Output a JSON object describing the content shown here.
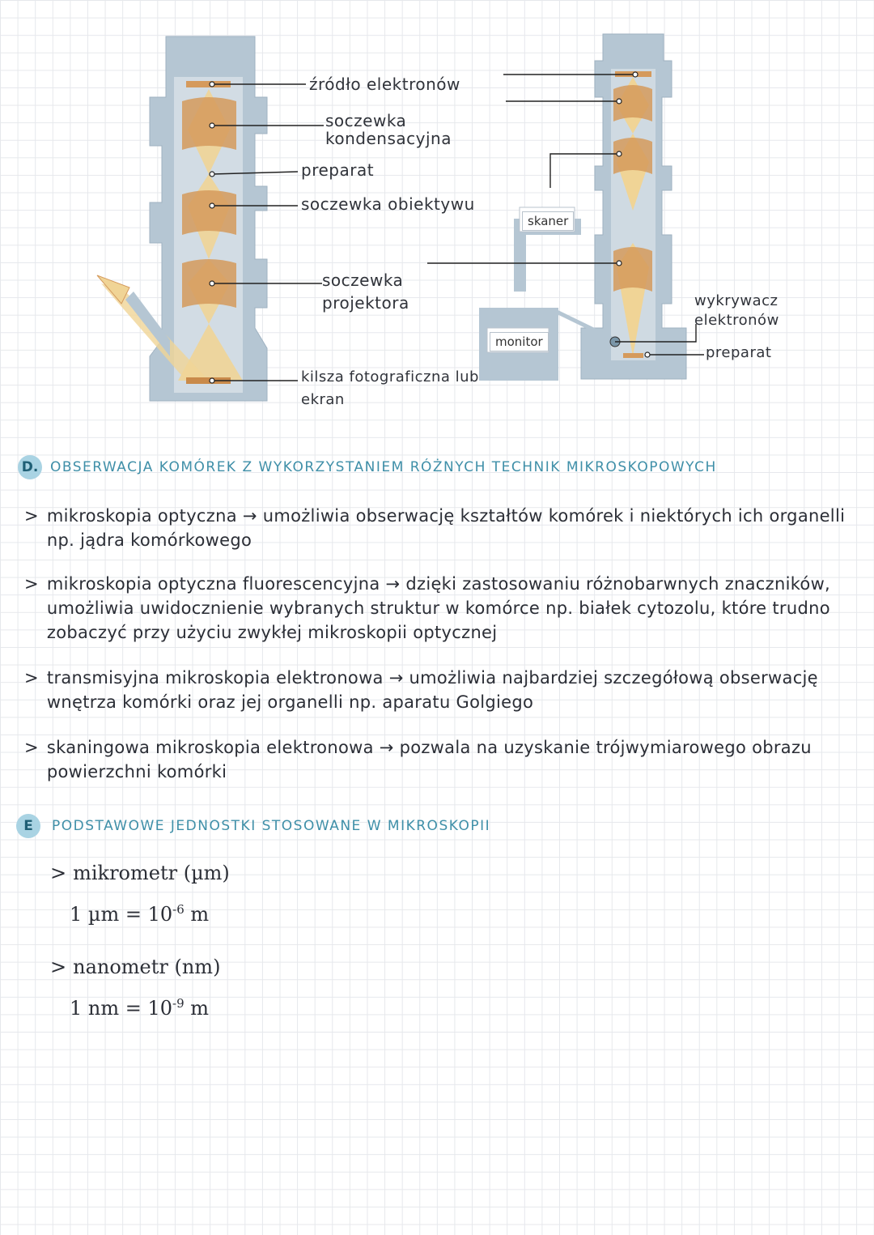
{
  "diagram_tem": {
    "labels": {
      "source": "źródło elektronów",
      "condenser": "soczewka kondensacyjna",
      "specimen": "preparat",
      "objective": "soczewka obiektywu",
      "projector": "soczewka projektora",
      "screen": "kilsza fotograficzna lub ekran"
    }
  },
  "diagram_sem": {
    "labels": {
      "scanner": "skaner",
      "monitor": "monitor",
      "detector": "wykrywacz elektronów",
      "specimen": "preparat"
    }
  },
  "section_d": {
    "letter": "D.",
    "title": "OBSERWACJA KOMÓREK Z WYKORZYSTANIEM RÓŻNYCH TECHNIK MIKROSKOPOWYCH",
    "items": [
      {
        "marker": ">",
        "text": "mikroskopia optyczna → umożliwia obserwację kształtów komórek i niektórych ich organelli np. jądra komórkowego"
      },
      {
        "marker": ">",
        "text": "mikroskopia optyczna fluorescencyjna → dzięki zastosowaniu różnobarwnych znaczników, umożliwia uwidocznienie wybranych struktur w komórce np. białek cytozolu, które trudno zobaczyć przy użyciu zwykłej mikroskopii optycznej"
      },
      {
        "marker": ">",
        "text": "transmisyjna mikroskopia elektronowa → umożliwia najbardziej szczegółową obserwację wnętrza komórki oraz jej organelli np. aparatu Golgiego"
      },
      {
        "marker": ">",
        "text": "skaningowa mikroskopia elektronowa → pozwala na uzyskanie trójwymiarowego obrazu powierzchni komórki"
      }
    ]
  },
  "section_e": {
    "letter": "E",
    "title": "PODSTAWOWE JEDNOSTKI STOSOWANE W MIKROSKOPII",
    "units": [
      {
        "marker": ">",
        "name": "mikrometr (µm)",
        "formula_base": "1 µm = 10",
        "formula_exp": "-6",
        "formula_unit": " m"
      },
      {
        "marker": ">",
        "name": "nanometr (nm)",
        "formula_base": "1 nm = 10",
        "formula_exp": "-9",
        "formula_unit": " m"
      }
    ]
  },
  "colors": {
    "column": "#b5c6d3",
    "lens": "#d59a5c",
    "beam": "#f0d496",
    "heading": "#3f8fa8",
    "badge": "#a9d3e3"
  }
}
